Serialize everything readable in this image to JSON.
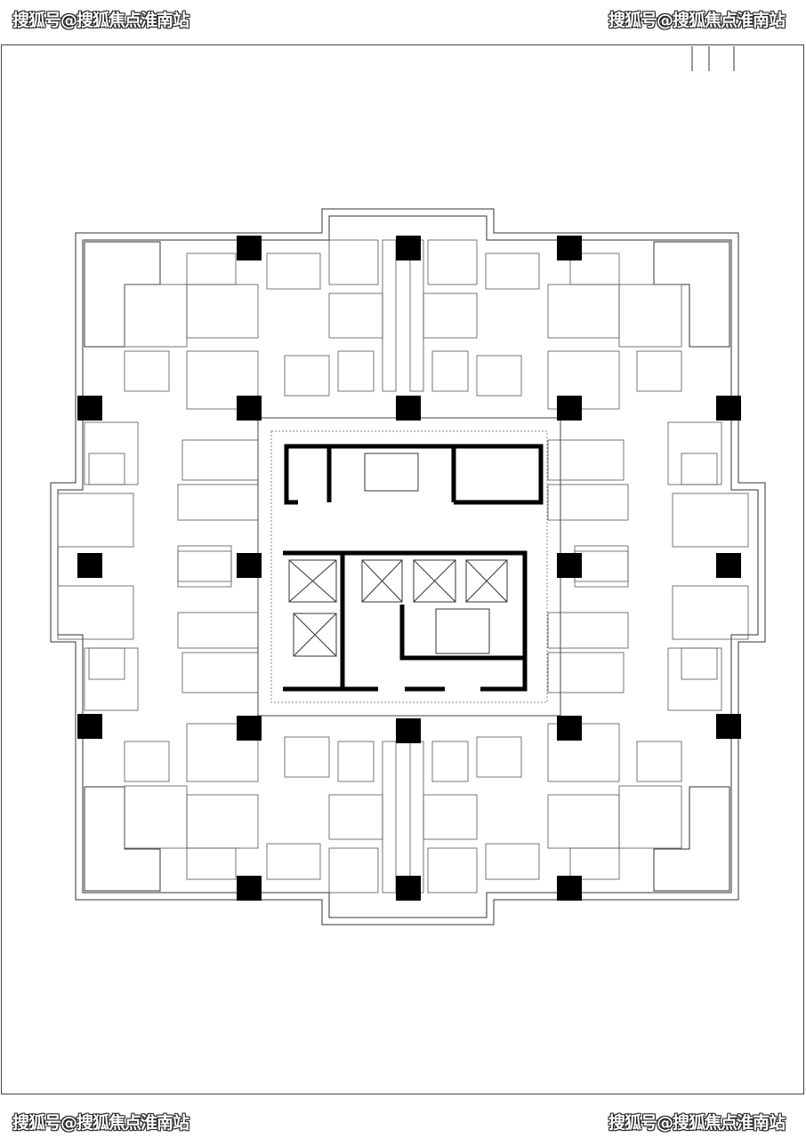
{
  "watermarks": {
    "top_left": "搜狐号@搜狐焦点淮南站",
    "top_right": "搜狐号@搜狐焦点淮南站",
    "bottom_left": "搜狐号@搜狐焦点淮南站",
    "bottom_right": "搜狐号@搜狐焦点淮南站"
  },
  "colors": {
    "line": "#333333",
    "wall": "#000000",
    "background": "#ffffff"
  }
}
